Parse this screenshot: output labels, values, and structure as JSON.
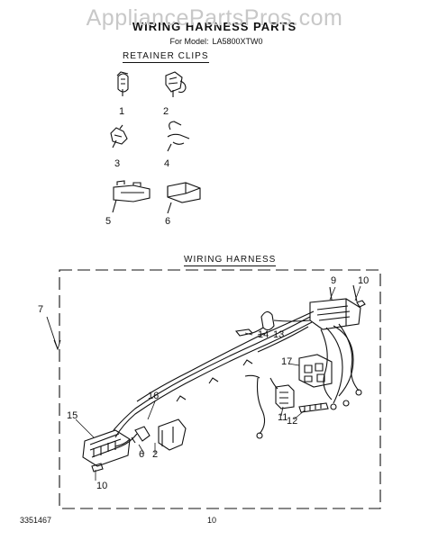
{
  "header": {
    "watermark": "AppliancePartsPros.com",
    "title": "WIRING HARNESS PARTS",
    "model_label": "For Model:",
    "model": "LA5800XTW0"
  },
  "sections": {
    "retainer_clips": "RETAINER CLIPS",
    "wiring_harness": "WIRING HARNESS"
  },
  "clip_callouts": [
    "1",
    "2",
    "3",
    "4",
    "5",
    "6"
  ],
  "harness_callouts": {
    "c7": "7",
    "c9": "9",
    "c10_top": "10",
    "c14": "14",
    "c13": "13",
    "c17": "17",
    "c16": "16",
    "c15": "15",
    "c11": "11",
    "c12": "12",
    "c6": "6",
    "c2": "2",
    "c10_bottom": "10"
  },
  "footer": {
    "part_code": "3351467",
    "page_number": "10"
  }
}
